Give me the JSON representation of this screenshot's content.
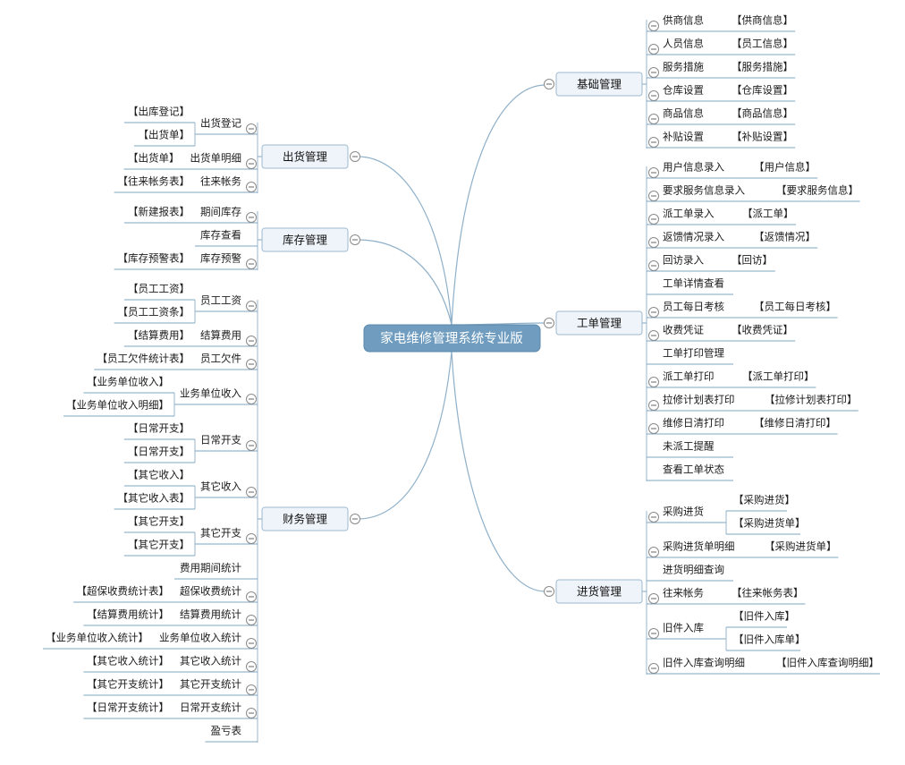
{
  "root": {
    "label": "家电维修管理系统专业版"
  },
  "sections": {
    "jichu": {
      "label": "基础管理",
      "items": [
        {
          "label": "供商信息",
          "tag": "【供商信息】"
        },
        {
          "label": "人员信息",
          "tag": "【员工信息】"
        },
        {
          "label": "服务措施",
          "tag": "【服务措施】"
        },
        {
          "label": "仓库设置",
          "tag": "【仓库设置】"
        },
        {
          "label": "商品信息",
          "tag": "【商品信息】"
        },
        {
          "label": "补贴设置",
          "tag": "【补贴设置】"
        }
      ]
    },
    "gongdan": {
      "label": "工单管理",
      "items": [
        {
          "label": "用户信息录入",
          "tag": "【用户信息】"
        },
        {
          "label": "要求服务信息录入",
          "tag": "【要求服务信息】"
        },
        {
          "label": "派工单录入",
          "tag": "【派工单】"
        },
        {
          "label": "返馈情况录入",
          "tag": "【返馈情况】"
        },
        {
          "label": "回访录入",
          "tag": "【回访】"
        },
        {
          "label": "工单详情查看",
          "tag": ""
        },
        {
          "label": "员工每日考核",
          "tag": "【员工每日考核】"
        },
        {
          "label": "收费凭证",
          "tag": "【收费凭证】"
        },
        {
          "label": "工单打印管理",
          "tag": ""
        },
        {
          "label": "派工单打印",
          "tag": "【派工单打印】"
        },
        {
          "label": "拉修计划表打印",
          "tag": "【拉修计划表打印】"
        },
        {
          "label": "维修日清打印",
          "tag": "【维修日清打印】"
        },
        {
          "label": "未派工提醒",
          "tag": ""
        },
        {
          "label": "查看工单状态",
          "tag": ""
        }
      ]
    },
    "jinhuo": {
      "label": "进货管理",
      "items": [
        {
          "label": "采购进货",
          "tags": [
            "【采购进货】",
            "【采购进货单】"
          ]
        },
        {
          "label": "采购进货单明细",
          "tags": [
            "【采购进货单】"
          ]
        },
        {
          "label": "进货明细查询",
          "tags": []
        },
        {
          "label": "往来帐务",
          "tags": [
            "【往来帐务表】"
          ]
        },
        {
          "label": "旧件入库",
          "tags": [
            "【旧件入库】",
            "【旧件入库单】"
          ]
        },
        {
          "label": "旧件入库查询明细",
          "tags": [
            "【旧件入库查询明细】"
          ]
        }
      ]
    },
    "chuhuo": {
      "label": "出货管理",
      "items": [
        {
          "label": "出货登记",
          "tags": [
            "【出库登记】",
            "【出货单】"
          ]
        },
        {
          "label": "出货单明细",
          "tags": [
            "【出货单】"
          ]
        },
        {
          "label": "往来帐务",
          "tags": [
            "【往来帐务表】"
          ]
        }
      ]
    },
    "kucun": {
      "label": "库存管理",
      "items": [
        {
          "label": "期间库存",
          "tags": [
            "【新建报表】"
          ]
        },
        {
          "label": "库存查看",
          "tags": []
        },
        {
          "label": "库存预警",
          "tags": [
            "【库存预警表】"
          ]
        }
      ]
    },
    "caiwu": {
      "label": "财务管理",
      "items": [
        {
          "label": "员工工资",
          "tags": [
            "【员工工资】",
            "【员工工资条】"
          ]
        },
        {
          "label": "结算费用",
          "tags": [
            "【结算费用】"
          ]
        },
        {
          "label": "员工欠件",
          "tags": [
            "【员工欠件统计表】"
          ]
        },
        {
          "label": "业务单位收入",
          "tags": [
            "【业务单位收入】",
            "【业务单位收入明细】"
          ]
        },
        {
          "label": "日常开支",
          "tags": [
            "【日常开支】",
            "【日常开支】"
          ]
        },
        {
          "label": "其它收入",
          "tags": [
            "【其它收入】",
            "【其它收入表】"
          ]
        },
        {
          "label": "其它开支",
          "tags": [
            "【其它开支】",
            "【其它开支】"
          ]
        },
        {
          "label": "费用期间统计",
          "tags": []
        },
        {
          "label": "超保收费统计",
          "tags": [
            "【超保收费统计表】"
          ]
        },
        {
          "label": "结算费用统计",
          "tags": [
            "【结算费用统计】"
          ]
        },
        {
          "label": "业务单位收入统计",
          "tags": [
            "【业务单位收入统计】"
          ]
        },
        {
          "label": "其它收入统计",
          "tags": [
            "【其它收入统计】"
          ]
        },
        {
          "label": "其它开支统计",
          "tags": [
            "【其它开支统计】"
          ]
        },
        {
          "label": "日常开支统计",
          "tags": [
            "【日常开支统计】"
          ]
        },
        {
          "label": "盈亏表",
          "tags": []
        }
      ]
    }
  }
}
